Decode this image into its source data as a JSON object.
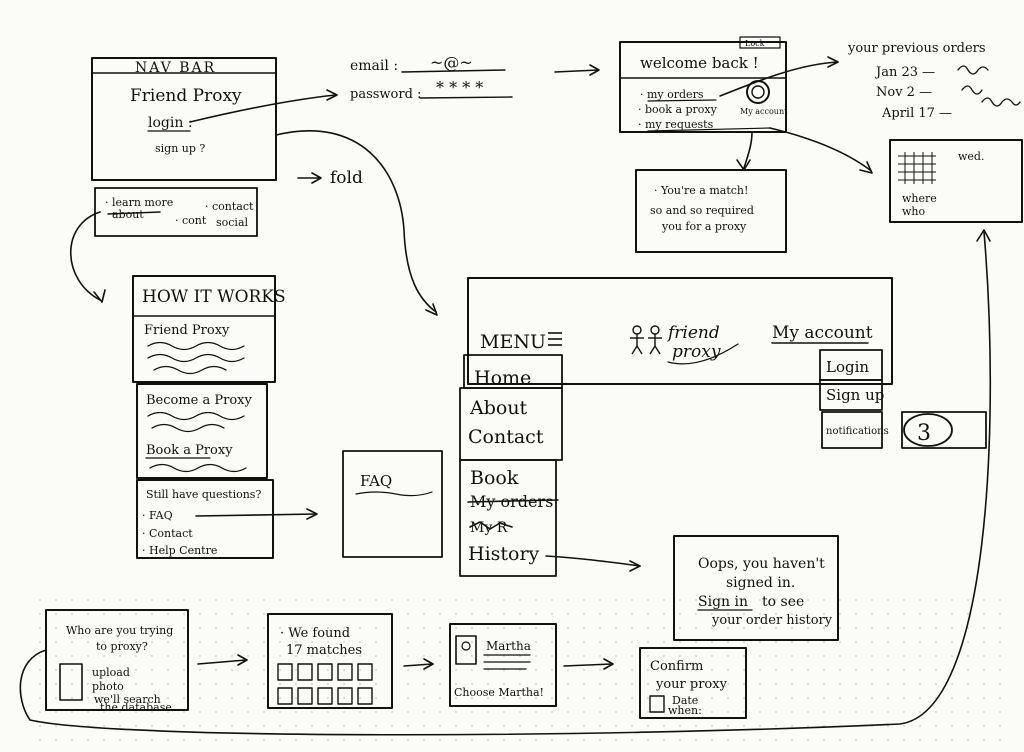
{
  "home": {
    "nav_bar": "NAV BAR",
    "title": "Friend Proxy",
    "login": "login :",
    "signup": "sign up ?",
    "fold": "fold",
    "fold_links": [
      "· learn more",
      "· contact",
      "about",
      "· cont",
      "social"
    ]
  },
  "login_form": {
    "email_label": "email :",
    "email_value": "~@~",
    "password_label": "password :",
    "password_value": "* * * *"
  },
  "welcome": {
    "lock": "Lock",
    "title": "welcome back !",
    "items": [
      "· my orders",
      "· book a proxy",
      "· my requests"
    ],
    "my_account": "My account"
  },
  "previous_orders": {
    "title": "your previous orders",
    "dates": [
      "Jan 23 —",
      "Nov 2 —",
      "April 17 —"
    ]
  },
  "calendar": {
    "day": "wed.",
    "where": "where",
    "who": "who"
  },
  "match_note": {
    "lines": [
      "· You're a match!",
      "so and so required",
      "you for a proxy"
    ]
  },
  "how_it_works": {
    "title": "HOW IT WORKS",
    "friend_proxy": "Friend Proxy",
    "become": "Become a Proxy",
    "book": "Book a Proxy",
    "questions": "Still have questions?",
    "links": [
      "· FAQ",
      "· Contact",
      "· Help Centre"
    ]
  },
  "faq": {
    "title": "FAQ"
  },
  "menu": {
    "menu_label": "MENU",
    "brand_top": "friend",
    "brand_bottom": "proxy",
    "account": "My account",
    "items": [
      "Home",
      "About",
      "Contact"
    ],
    "items2": [
      "Book",
      "My orders",
      "My R",
      "History"
    ],
    "account_items": [
      "Login",
      "Sign up",
      "notifications"
    ],
    "badge": "3"
  },
  "oops": {
    "line1": "Oops, you haven't",
    "line2": "signed in.",
    "link": "Sign in",
    "line3_rest": "to see",
    "line4": "your order history"
  },
  "flow": {
    "step1": [
      "Who are you trying",
      "to proxy?",
      "upload",
      "photo",
      "we'll search",
      "the database"
    ],
    "step2": [
      "· We found",
      "17 matches"
    ],
    "step3": [
      "Martha",
      "Choose Martha!"
    ],
    "step4": [
      "Confirm",
      "your proxy",
      "Date",
      "when:"
    ]
  }
}
